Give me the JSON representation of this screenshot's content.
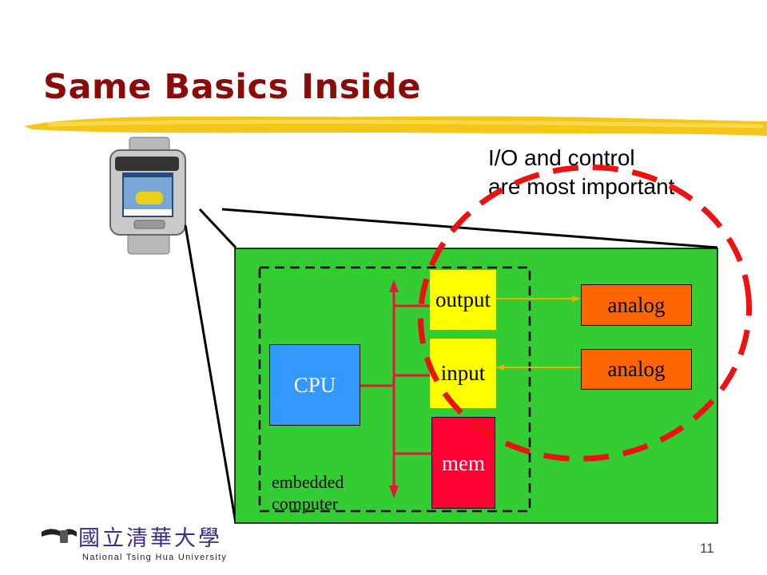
{
  "slide": {
    "title": "Same Basics Inside",
    "page_number": "11"
  },
  "annotation": {
    "line1": "I/O and control",
    "line2": "are most important"
  },
  "diagram": {
    "cpu_label": "CPU",
    "output_label": "output",
    "input_label": "input",
    "mem_label": "mem",
    "analog_out_label": "analog",
    "analog_in_label": "analog",
    "embedded_line1": "embedded",
    "embedded_line2": "computer",
    "colors": {
      "board": "#33CC33",
      "cpu": "#3399FF",
      "io": "#FFFF00",
      "mem": "#FF0033",
      "analog": "#FF6600",
      "bus": "#E8173A",
      "highlight": "#EE1111",
      "title": "#8B0A0A"
    }
  },
  "logo": {
    "chinese": "國立清華大學",
    "english": "National Tsing Hua University"
  }
}
